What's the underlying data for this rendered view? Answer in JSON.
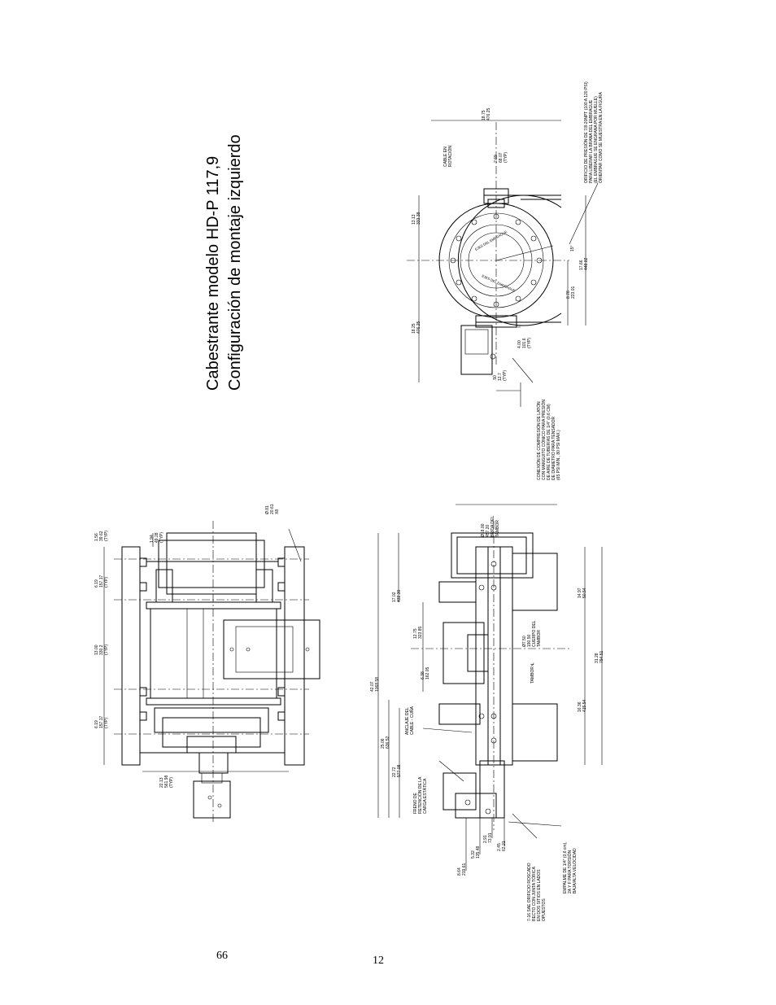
{
  "title": {
    "line1": "Cabestrante modelo HD-P 117,9",
    "line2": "Configuración de montaje izquierdo"
  },
  "page_numbers": {
    "inner": "66",
    "outer": "12"
  },
  "top_view": {
    "dims": [
      {
        "l1": "1.56",
        "l2": "39.62",
        "l3": "(TYP)"
      },
      {
        "l1": "1.94",
        "l2": "49.28",
        "l3": "(TYP)"
      },
      {
        "l1": "6.19",
        "l2": "157.17",
        "l3": "(TYP)"
      },
      {
        "l1": "13.00",
        "l2": "330.2",
        "l3": "(TYP)"
      },
      {
        "l1": "6.19",
        "l2": "157.17",
        "l3": "(TYP)"
      },
      {
        "l1": "22.13",
        "l2": "561.98",
        "l3": "(TYP)"
      }
    ],
    "hole_note": {
      "l1": "Ø.81",
      "l2": "20.61",
      "l3": "X8"
    }
  },
  "side_view": {
    "drum_flange": {
      "l1": "Ø18.00",
      "l2": "457.20",
      "l3": "BRIDA DEL",
      "l4": "TAMBOR"
    },
    "drum_body": {
      "l1": "Ø7.50",
      "l2": "190.50",
      "l3": "CUERPO DEL",
      "l4": "TAMBOR"
    },
    "drum_axis": "TAMBOR ℄",
    "dims": [
      {
        "l1": "42.07",
        "l2": "1068.58"
      },
      {
        "l1": "17.02",
        "l2": "432.30"
      },
      {
        "l1": "12.75",
        "l2": "323.85"
      },
      {
        "l1": "6.38",
        "l2": "162.05"
      },
      {
        "l1": "25.06",
        "l2": "636.52"
      },
      {
        "l1": "22.72",
        "l2": "577.08"
      },
      {
        "l1": "14.97",
        "l2": "50.54"
      },
      {
        "l1": "31.28",
        "l2": "794.51"
      },
      {
        "l1": "16.36",
        "l2": "415.54"
      },
      {
        "l1": "8.64",
        "l2": "219.61"
      },
      {
        "l1": "5.32",
        "l2": "135.48"
      },
      {
        "l1": "2.91",
        "l2": "73.91"
      },
      {
        "l1": "2.45",
        "l2": "62.21"
      }
    ],
    "anchor": {
      "l1": "ANCLAJE DEL",
      "l2": "CABLE - CUÑA"
    },
    "brake": {
      "l1": "FRENO DE",
      "l2": "RETENCIÓN DE LA",
      "l3": "CARGA ESTÁTICA"
    },
    "sae_port": {
      "l1": "7-16 SAE ORIFICIO ROSCADO",
      "l2": "RECTO CON JUNTA TÓRICA",
      "l3": "EN DOS SITIOS EN LADOS",
      "l4": "OPUESTOS"
    },
    "fitting": {
      "l1": "EMPALME DE 1/4\" (0,6 cm),",
      "l2": "2A Y F PARA TORSIÓN",
      "l3": "BAJA/ALTA VELOCIDAD"
    }
  },
  "end_view": {
    "cable_rotation": {
      "l1": "CABLE EN",
      "l2": "ROTACIÓN"
    },
    "dims": [
      {
        "l1": "18.75",
        "l2": "476.25"
      },
      {
        "l1": "13.13",
        "l2": "333.38"
      },
      {
        "l1": "18.25",
        "l2": "476.25"
      },
      {
        "l1": "2.69",
        "l2": "68.07",
        "l3": "(TYP)"
      },
      {
        "l1": "4.00",
        "l2": "101.6",
        "l3": "(TYP)"
      },
      {
        "l1": ".50",
        "l2": "12.7",
        "l3": "(TYP)"
      },
      {
        "l1": "8.78",
        "l2": "223.01"
      },
      {
        "l1": "17.66",
        "l2": "448.02"
      }
    ],
    "angle": "15°",
    "ring_text": "EJES DEL EMBRAGUE",
    "clutch_port": {
      "l1": "ORIFICIO DE PRESIÓN DE 7/8-20NPT (100 A 120 PSI)",
      "l2": "PARA LIBERAR LA BRANA DEL EMBRAGUE",
      "l3": "(EL EMBRAGUE SE ENGRANA POR MUELLE)",
      "l4": "ORIENTAR COMO SE MUESTRA EN LA FIGURA"
    },
    "fitting_note": {
      "l1": "CONEXIÓN DE COMPRESIÓN DE LATÓN",
      "l2": "CON MANGUITO CÓNICO PARA PRESIÓN",
      "l3": "DE AIRE DE TUBERÍAS DE 1/4\" (0,6 CM)",
      "l4": "DE DIÁMETRO PARA TENSADOR",
      "l5": "(65 PSI MÍN., 80 PSI MÁX.)"
    }
  }
}
